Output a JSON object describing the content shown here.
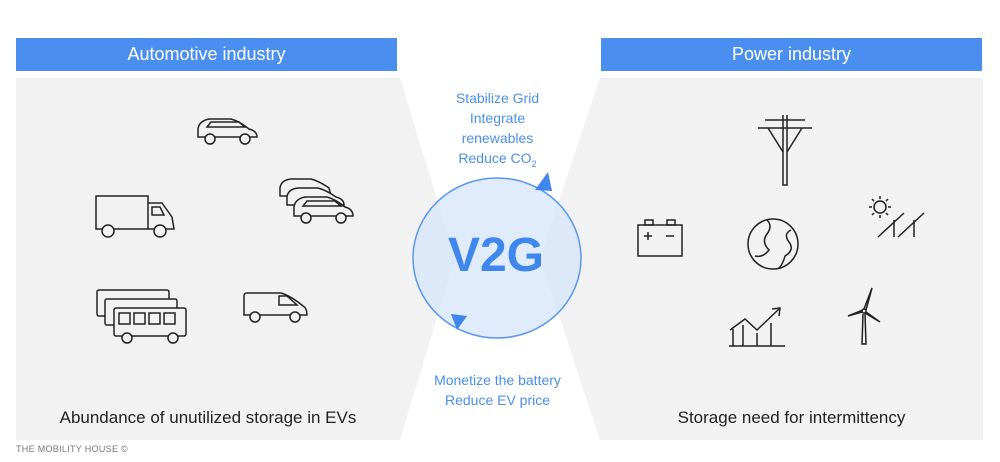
{
  "left_panel": {
    "header": "Automotive industry",
    "caption": "Abundance of unutilized storage in EVs",
    "icons": [
      "car-icon",
      "truck-icon",
      "car-fleet-icon",
      "bus-fleet-icon",
      "van-icon"
    ]
  },
  "right_panel": {
    "header": "Power industry",
    "caption": "Storage need for intermittency",
    "icons": [
      "power-pole-icon",
      "battery-icon",
      "globe-icon",
      "solar-panel-icon",
      "growth-chart-icon",
      "wind-turbine-icon"
    ]
  },
  "center": {
    "label": "V2G",
    "top_benefits": [
      "Stabilize Grid",
      "Integrate",
      "renewables",
      "Reduce CO"
    ],
    "co2_subscript": "2",
    "bottom_benefits": [
      "Monetize the battery",
      "Reduce EV price"
    ]
  },
  "footer": "THE MOBILITY HOUSE ©",
  "colors": {
    "accent": "#4a8ff0",
    "panel": "#f2f2f2",
    "circle_fill": "#d6e6fb"
  }
}
